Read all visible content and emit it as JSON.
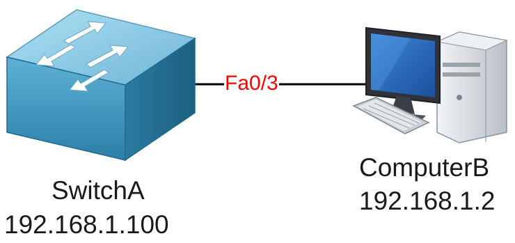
{
  "switch": {
    "name": "SwitchA",
    "ip": "192.168.1.100"
  },
  "computer": {
    "name": "ComputerB",
    "ip": "192.168.1.2"
  },
  "link": {
    "port": "Fa0/3",
    "port_color": "#ff0000",
    "line_color": "#000000"
  },
  "icons": {
    "switch": "network-switch-icon",
    "computer": "desktop-computer-icon"
  },
  "colors": {
    "switch_top": "#8fc6e0",
    "switch_side": "#2f86ad",
    "computer_body": "#d9dde2"
  }
}
